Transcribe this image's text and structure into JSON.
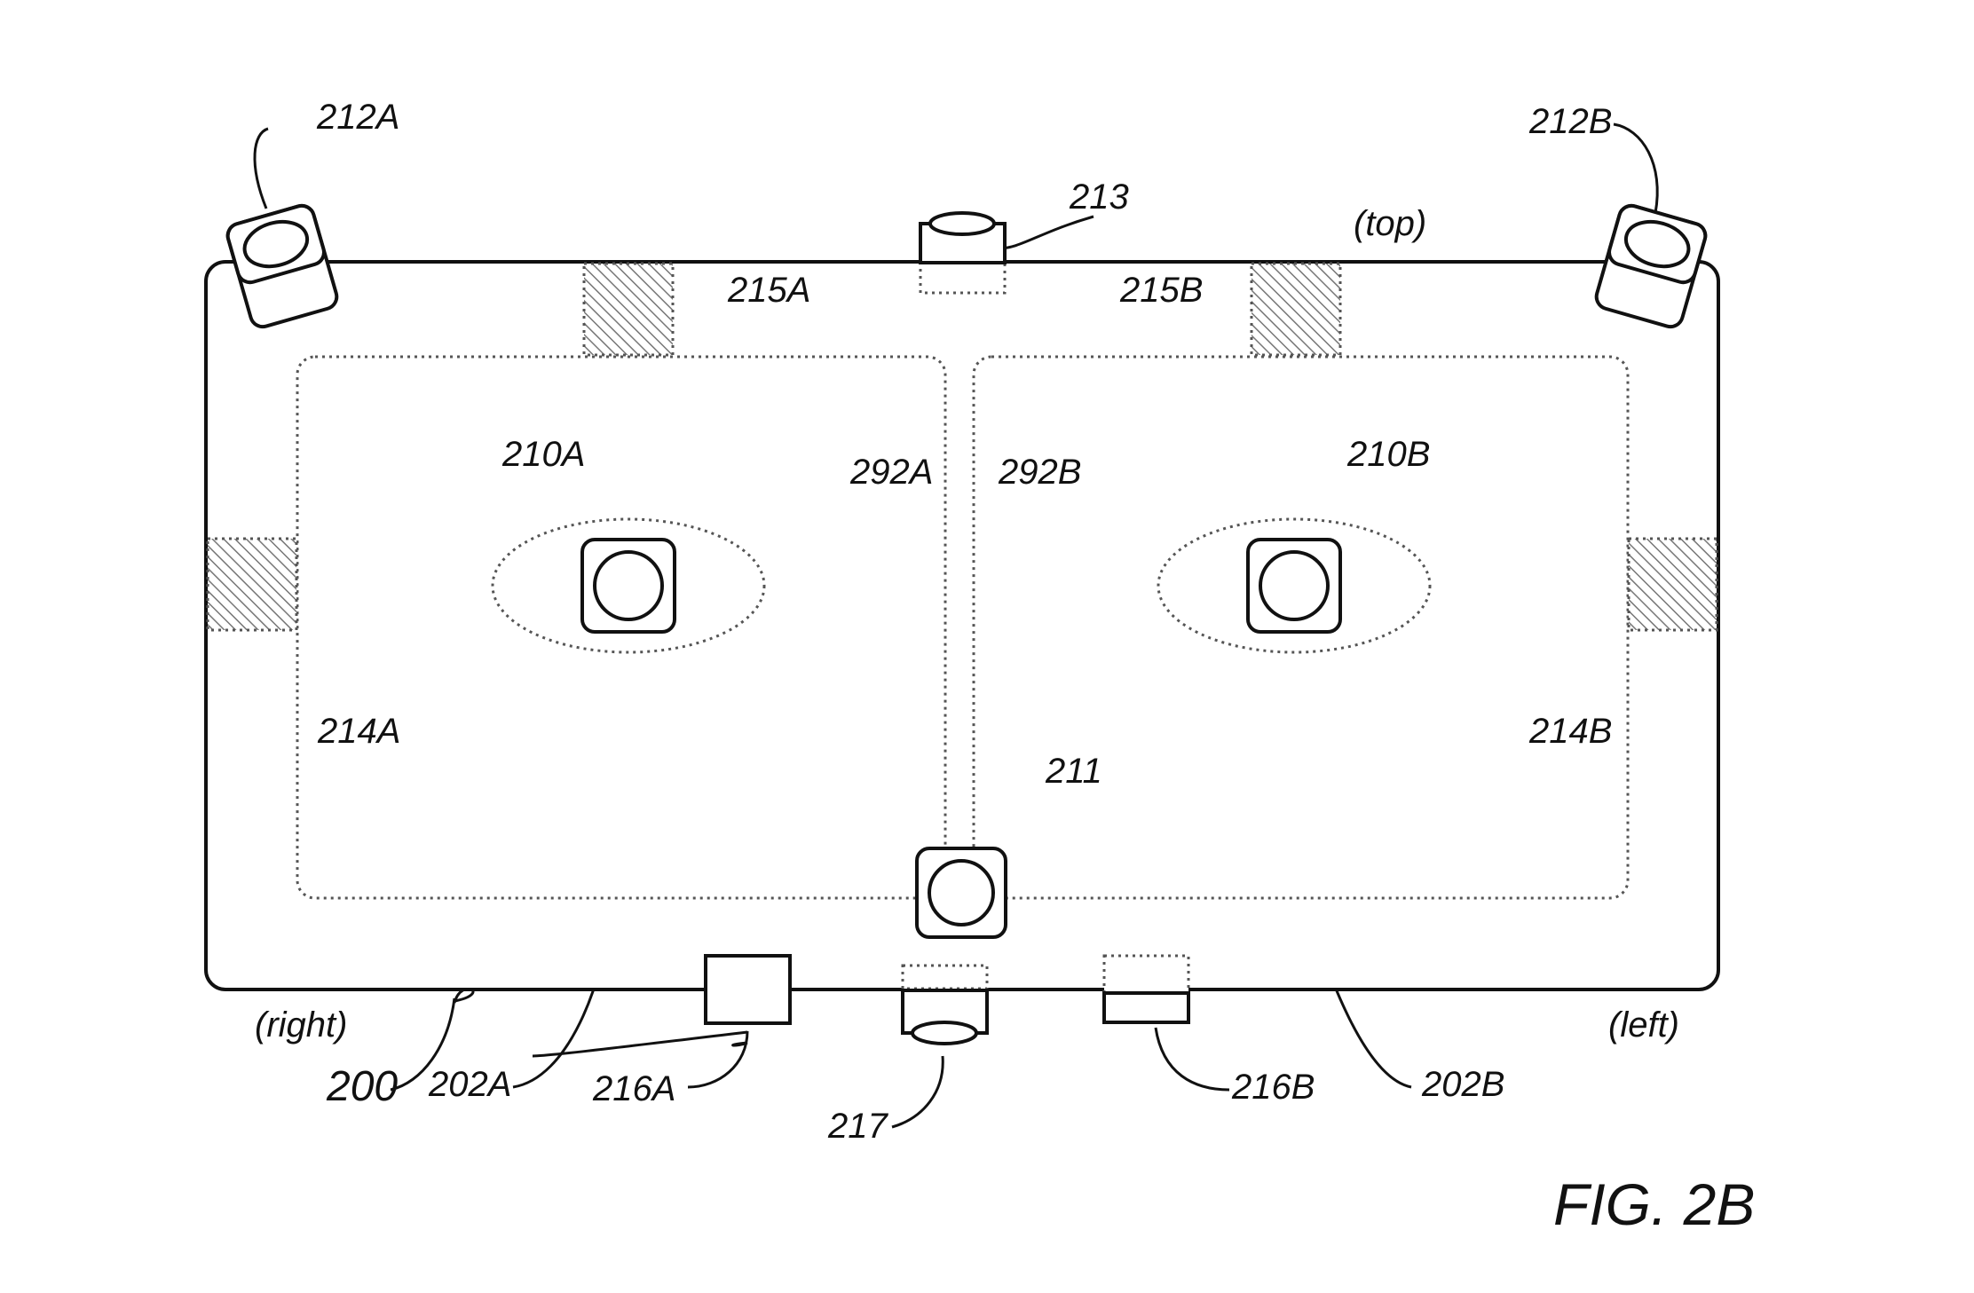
{
  "figure": {
    "caption": "FIG. 2B",
    "orientation": {
      "top": "(top)",
      "right": "(right)",
      "left": "(left)"
    },
    "device": "200",
    "displays": {
      "right": "202A",
      "left": "202B"
    },
    "eye_cameras": {
      "right": "210A",
      "left": "210B"
    },
    "eye_regions": {
      "right": "292A",
      "left": "292B"
    },
    "center_camera": "211",
    "corner_cameras": {
      "right": "212A",
      "left": "212B"
    },
    "top_camera": "213",
    "side_sensors": {
      "right": "214A",
      "left": "214B"
    },
    "top_sensors": {
      "right": "215A",
      "left": "215B"
    },
    "bottom_sensors": {
      "right": "216A",
      "left": "216B"
    },
    "bottom_camera": "217"
  }
}
